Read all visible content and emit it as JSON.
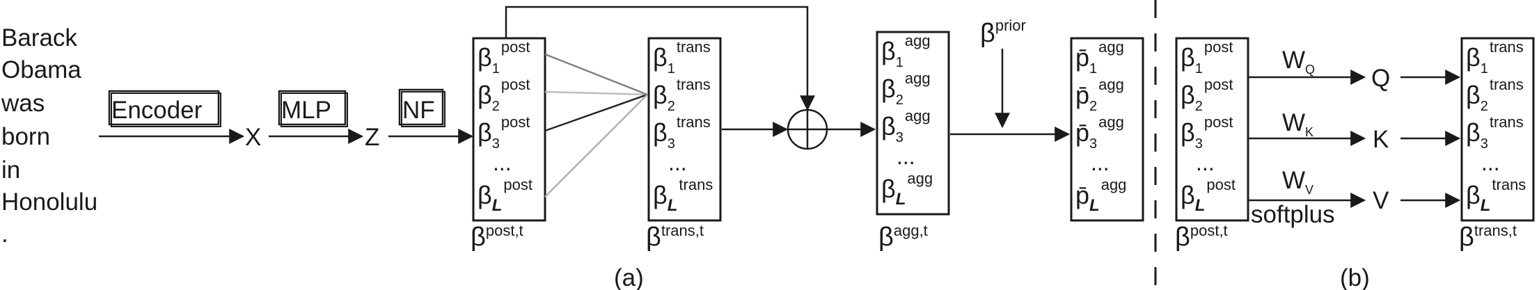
{
  "input_sentence": [
    "Barack",
    "Obama",
    "was",
    "born",
    "in",
    "Honolulu",
    "."
  ],
  "pipeline": {
    "encoder": "Encoder",
    "x": "X",
    "mlp": "MLP",
    "z": "Z",
    "nf": "NF"
  },
  "symbols": {
    "beta": "β",
    "p_bar": "p̄",
    "ellipsis": "...",
    "last_index": "L"
  },
  "columns": {
    "post": {
      "sup": "post",
      "indices": [
        "1",
        "2",
        "3"
      ],
      "caption_sup": "post,t"
    },
    "trans": {
      "sup": "trans",
      "indices": [
        "1",
        "2",
        "3"
      ],
      "caption_sup": "trans,t"
    },
    "agg": {
      "sup": "agg",
      "indices": [
        "1",
        "2",
        "3"
      ],
      "caption_sup": "agg,t"
    },
    "pagg": {
      "sup": "agg",
      "indices": [
        "1",
        "2",
        "3"
      ]
    }
  },
  "prior": {
    "sup": "prior"
  },
  "attention": {
    "wq": {
      "letter": "W",
      "sub": "Q"
    },
    "wk": {
      "letter": "W",
      "sub": "K"
    },
    "wv": {
      "letter": "W",
      "sub": "V"
    },
    "q": "Q",
    "k": "K",
    "v": "V",
    "softplus": "softplus"
  },
  "captions": {
    "a": "(a)",
    "b": "(b)"
  }
}
